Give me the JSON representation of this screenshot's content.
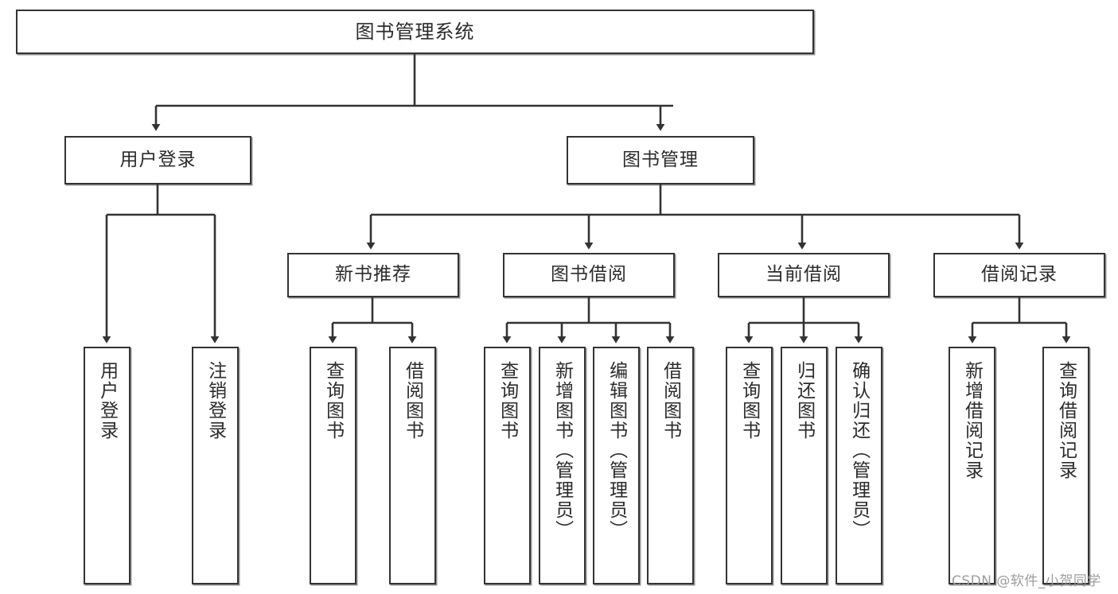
{
  "diagram": {
    "title": "图书管理系统",
    "type": "tree-hierarchy-chart",
    "root": {
      "label": "图书管理系统"
    },
    "level2": [
      {
        "label": "用户登录"
      },
      {
        "label": "图书管理"
      }
    ],
    "level3": [
      {
        "label": "新书推荐"
      },
      {
        "label": "图书借阅"
      },
      {
        "label": "当前借阅"
      },
      {
        "label": "借阅记录"
      }
    ],
    "leaves": {
      "user_login": [
        {
          "label": "用户登录"
        },
        {
          "label": "注销登录"
        }
      ],
      "new_book_recommend": [
        {
          "label": "查询图书"
        },
        {
          "label": "借阅图书"
        }
      ],
      "book_borrow": [
        {
          "label": "查询图书"
        },
        {
          "label": "新增图书（管理员）"
        },
        {
          "label": "编辑图书（管理员）"
        },
        {
          "label": "借阅图书"
        }
      ],
      "current_borrow": [
        {
          "label": "查询图书"
        },
        {
          "label": "归还图书"
        },
        {
          "label": "确认归还（管理员）"
        }
      ],
      "borrow_record": [
        {
          "label": "新增借阅记录"
        },
        {
          "label": "查询借阅记录"
        }
      ]
    }
  },
  "watermark": {
    "text": "CSDN @软件_小贺同学"
  },
  "colors": {
    "stroke": "#333333",
    "background": "#ffffff",
    "text": "#2b2b2b",
    "watermark": "#9d9d9d"
  }
}
